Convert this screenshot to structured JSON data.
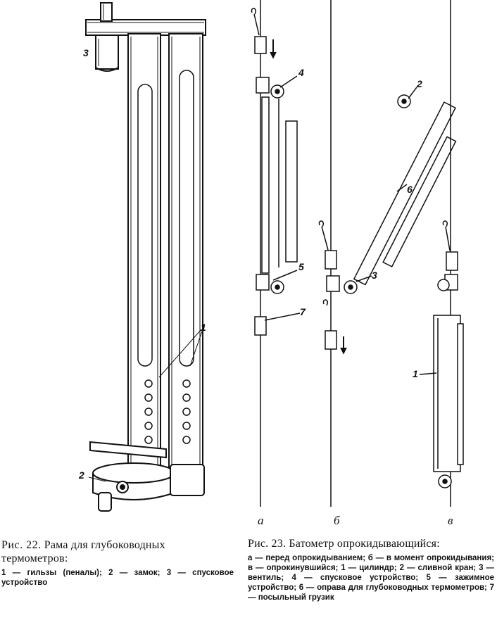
{
  "figure22": {
    "labels": {
      "one": "1",
      "two": "2",
      "three": "3"
    },
    "caption": {
      "title_prefix": "Рис. 22.",
      "title_text": "Рама для глубоководных термометров:",
      "body": "1 — гильзы (пеналы); 2 — замок; 3 — спусковое устройство"
    }
  },
  "figure23": {
    "sublabels": {
      "a": "а",
      "b": "б",
      "v": "в"
    },
    "labels": {
      "one": "1",
      "two": "2",
      "three": "3",
      "four": "4",
      "five": "5",
      "six": "6",
      "seven": "7"
    },
    "caption": {
      "title": "Рис. 23. Батометр опрокидывающийся:",
      "body": "а — перед опрокидыванием; б — в момент опрокидывания; в — опрокинувшийся; 1 — цилиндр; 2 — сливной кран; 3 — вентиль; 4 — спусковое устройство; 5 — зажимное устройство; 6 — оправа для глубоководных термометров; 7 — посыльный грузик"
    }
  }
}
